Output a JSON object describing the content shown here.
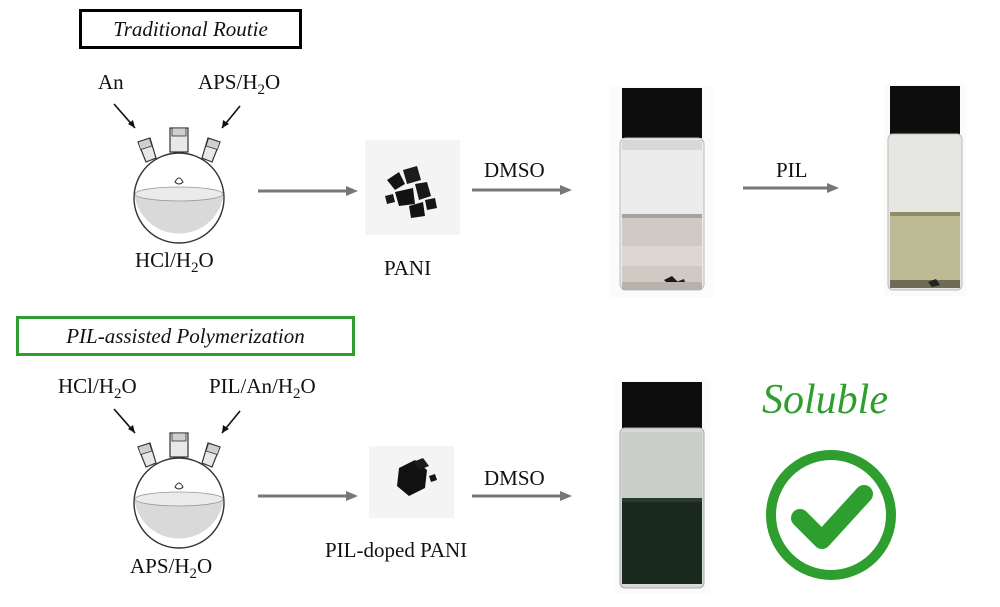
{
  "top": {
    "title": "Traditional Routie",
    "flask_left_label": "An",
    "flask_right_label": {
      "pre": "APS/H",
      "sub": "2",
      "post": "O"
    },
    "flask_bottom_label": {
      "pre": "HCl/H",
      "sub": "2",
      "post": "O"
    },
    "product_label": "PANI",
    "arrow1_label": "DMSO",
    "arrow2_label": "PIL",
    "box_color": "#000000"
  },
  "bottom": {
    "title": "PIL-assisted Polymerization",
    "flask_left_label": {
      "pre": "HCl/H",
      "sub": "2",
      "post": "O"
    },
    "flask_right_label": {
      "pre": "PIL/An/H",
      "sub": "2",
      "post": "O"
    },
    "flask_bottom_label": {
      "pre": "APS/H",
      "sub": "2",
      "post": "O"
    },
    "product_label": "PIL-doped PANI",
    "arrow1_label": "DMSO",
    "box_color": "#2e9e2e"
  },
  "result": {
    "text": "Soluble",
    "icon": "checkmark-circle-icon",
    "color": "#2e9e2e"
  }
}
